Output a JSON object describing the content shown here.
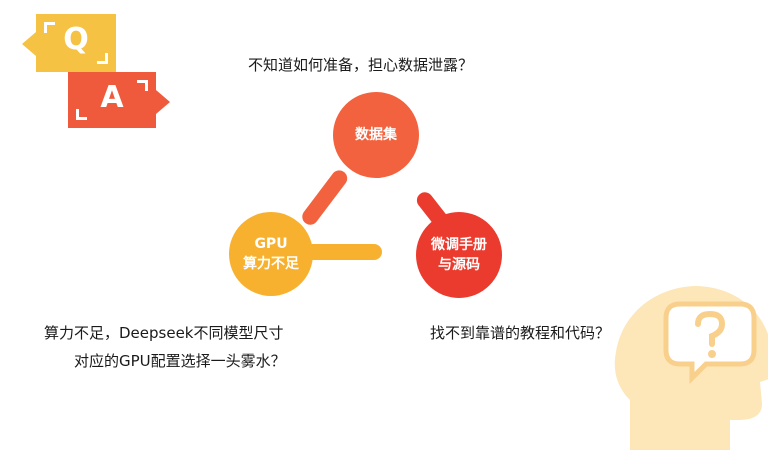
{
  "badges": {
    "q": "Q",
    "a": "A"
  },
  "prompt_top": "不知道如何准备，担心数据泄露？",
  "nodes": {
    "dataset": "数据集",
    "gpu_line1": "GPU",
    "gpu_line2": "算力不足",
    "finetune_line1": "微调手册",
    "finetune_line2": "与源码"
  },
  "prompt_left_line1": "算力不足，Deepseek不同模型尺寸",
  "prompt_left_line2": "对应的GPU配置选择一头雾水？",
  "prompt_right": "找不到靠谱的教程和代码？",
  "colors": {
    "yellow": "#f6c244",
    "orange": "#f3623e",
    "red": "#ea3b2e",
    "amber": "#f7b12f",
    "head": "#fde6b8"
  }
}
